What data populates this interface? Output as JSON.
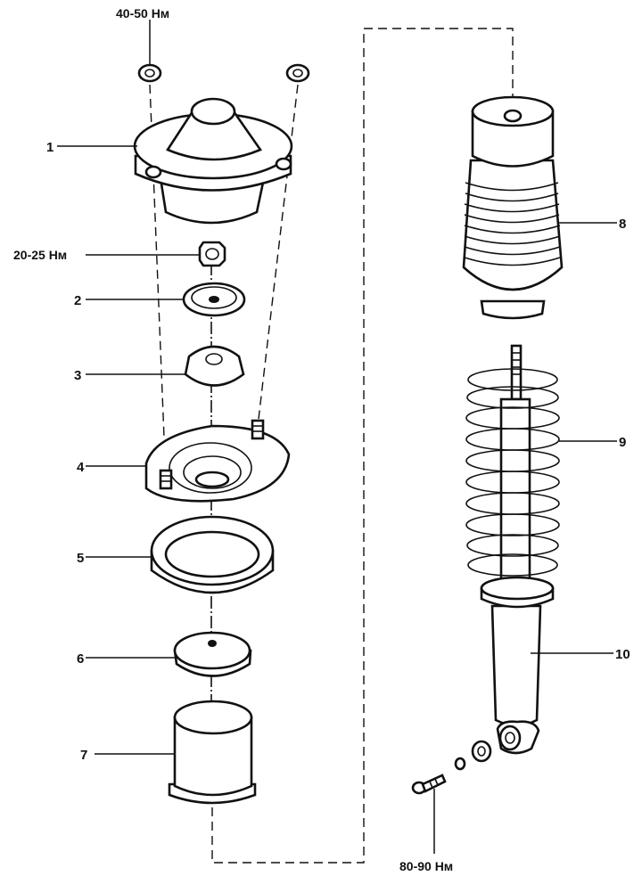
{
  "torques": {
    "top_nuts": "40-50 Нм",
    "rod_nut": "20-25 Нм",
    "lower_bolt": "80-90 Нм"
  },
  "callouts": [
    "1",
    "2",
    "3",
    "4",
    "5",
    "6",
    "7",
    "8",
    "9",
    "10"
  ]
}
